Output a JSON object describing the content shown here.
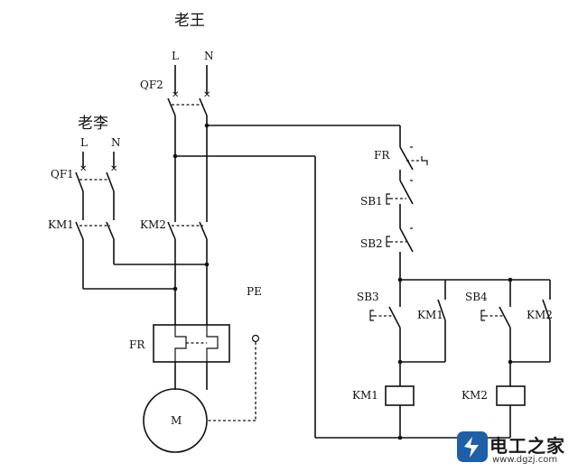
{
  "title_main": "老王",
  "title_alt": "老李",
  "labels": {
    "L_main": "L",
    "N_main": "N",
    "L_alt": "L",
    "N_alt": "N",
    "qf2": "QF2",
    "qf1": "QF1",
    "km1_power": "KM1",
    "km2_power": "KM2",
    "fr_power": "FR",
    "pe": "PE",
    "motor": "M",
    "fr_ctrl": "FR",
    "sb1": "SB1",
    "sb2": "SB2",
    "sb3": "SB3",
    "sb4": "SB4",
    "km1_aux": "KM1",
    "km2_aux": "KM2",
    "km1_coil": "KM1",
    "km2_coil": "KM2"
  },
  "watermark": {
    "name": "电工之家",
    "url": "www.dgzj.com",
    "brand_color": "#1f5fa8"
  }
}
